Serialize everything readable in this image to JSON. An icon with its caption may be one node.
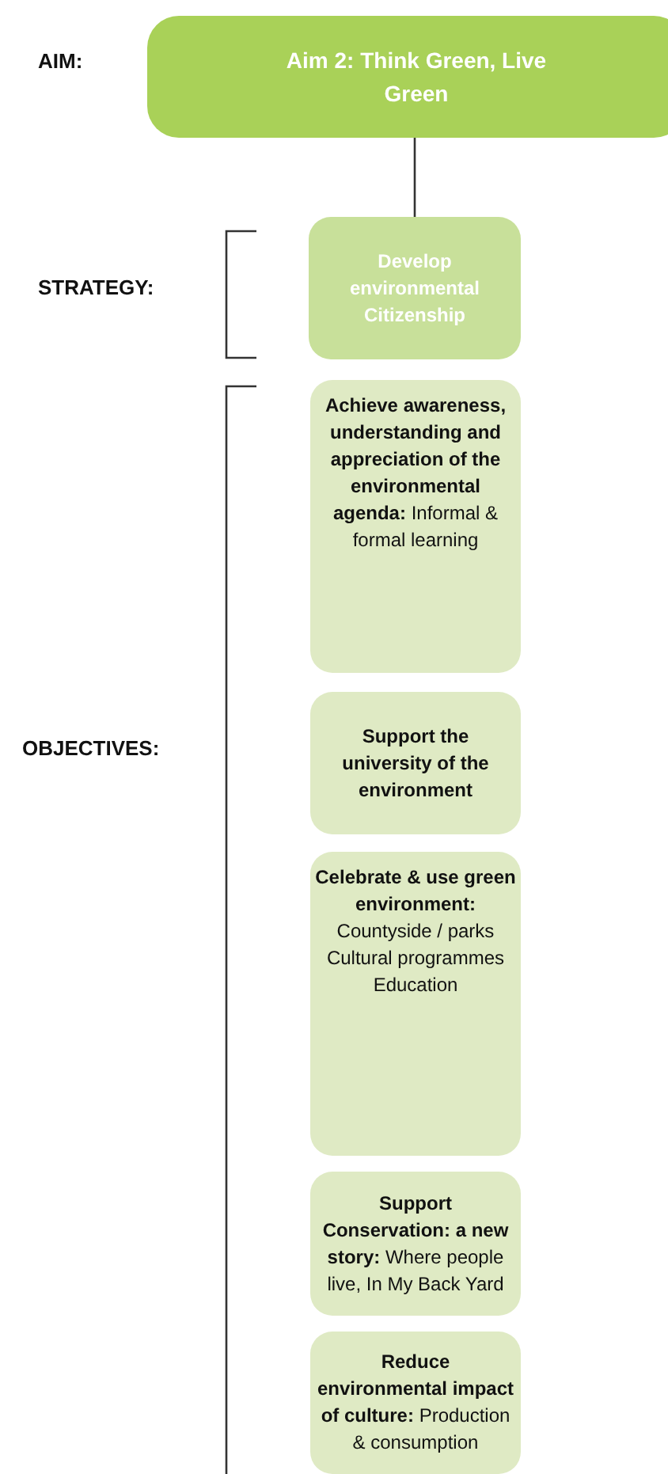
{
  "diagram": {
    "nodes": [
      {
        "text": [
          "Aim 2: Think Green, Live Green"
        ]
      },
      {
        "text": [
          "Develop environmental Citizenship"
        ]
      },
      {
        "text": [
          "**Achieve awareness, understanding and appreciation of the environmental agenda:** Informal & formal learning"
        ]
      },
      {
        "text": [
          "Support the university of the environment"
        ]
      },
      {
        "text": [
          "**Celebrate & use green environment:** Countyside / parks Cultural programmes Education"
        ]
      },
      {
        "text": [
          "**Support Conservation: a new story:** Where people live, In My Back Yard"
        ]
      },
      {
        "text": [
          "**Reduce environmental impact of culture:** Production & consumption"
        ]
      }
    ],
    "edges": [
      {
        "from": 0,
        "to": 1,
        "arrow": "none"
      }
    ],
    "labels": [
      "AIM:",
      "STRATEGY:",
      "OBJECTIVES:"
    ]
  }
}
